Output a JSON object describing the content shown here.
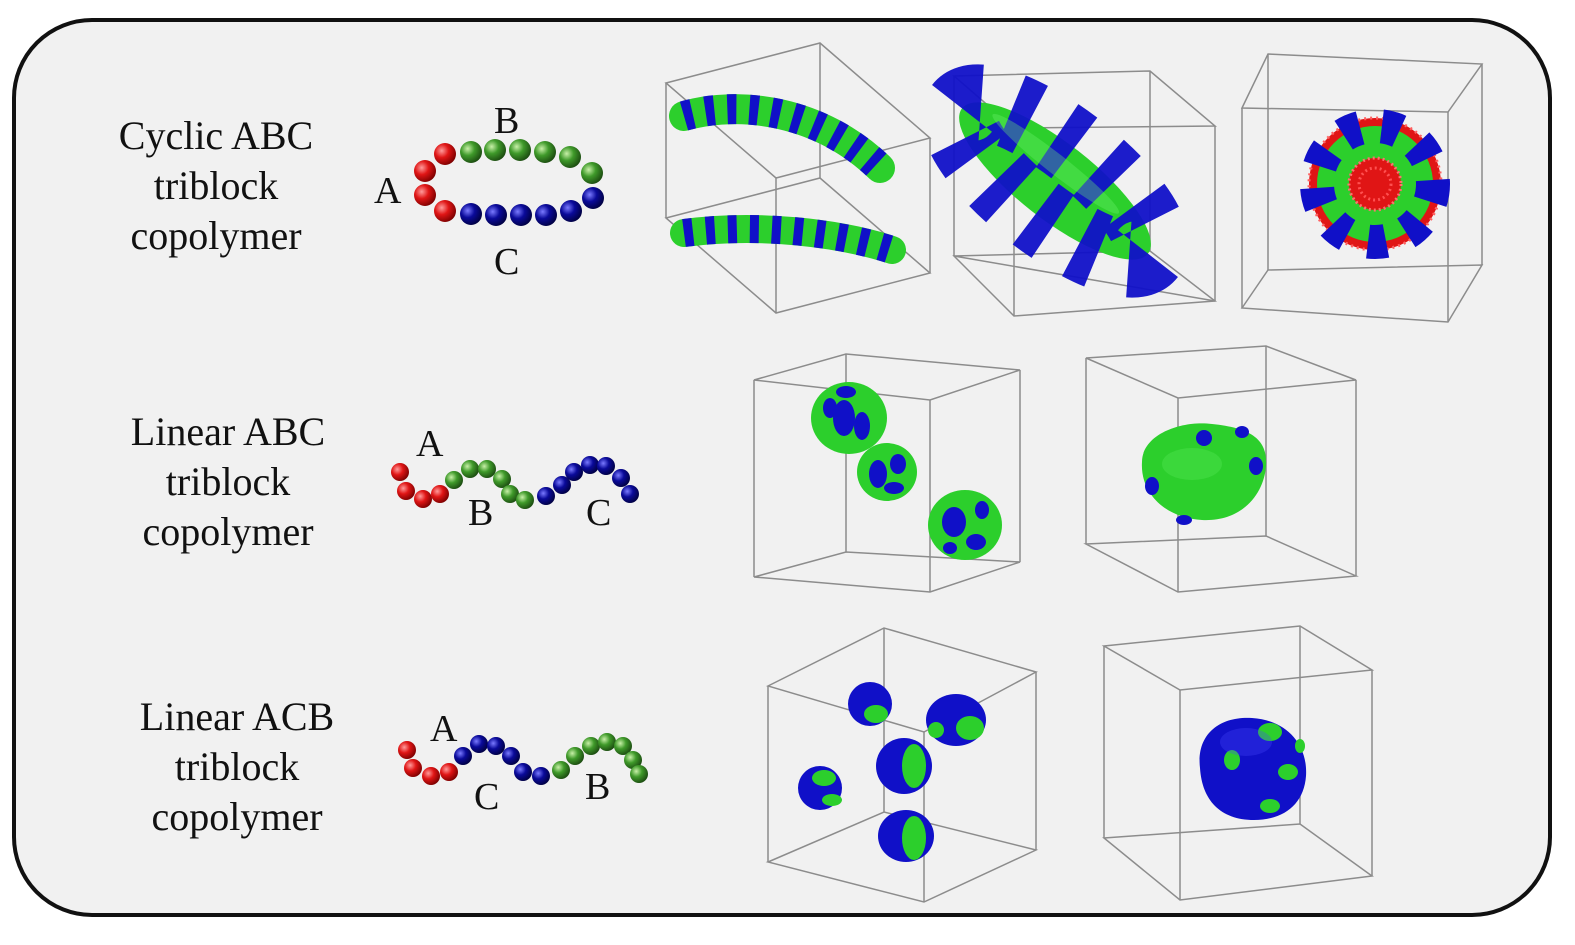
{
  "colors": {
    "block_a": "#e01515",
    "block_b": "#3f9a2a",
    "block_c": "#0a0a9a",
    "surface_green": "#2ccf2c",
    "surface_blue": "#1010c8",
    "box_edge": "#8c8c8c",
    "panel_bg": "#f1f1f1"
  },
  "rows": [
    {
      "lines": [
        "Cyclic ABC",
        "triblock",
        "copolymer"
      ],
      "letters": {
        "a": "A",
        "b": "B",
        "c": "C"
      },
      "molecule": "ring",
      "morphologies": [
        "helical-strands",
        "striped-ellipsoid",
        "micelle-cross-section"
      ]
    },
    {
      "lines": [
        "Linear ABC",
        "triblock",
        "copolymer"
      ],
      "letters": {
        "a": "A",
        "b": "B",
        "c": "C"
      },
      "molecule": "chain-a-b-c",
      "morphologies": [
        "three-patchy-micelles",
        "single-patchy-aggregate"
      ]
    },
    {
      "lines": [
        "Linear ACB",
        "triblock",
        "copolymer"
      ],
      "letters": {
        "a": "A",
        "b": "B",
        "c": "C"
      },
      "molecule": "chain-a-c-b",
      "morphologies": [
        "five-small-micelles",
        "single-blue-aggregate"
      ]
    }
  ]
}
